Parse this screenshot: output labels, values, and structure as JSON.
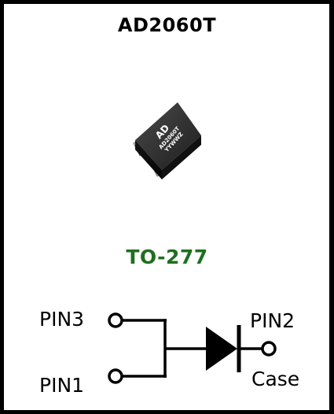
{
  "header": {
    "part_number": "AD2060T"
  },
  "package": {
    "name": "TO-277",
    "chip_marking": {
      "logo": "AD",
      "part": "AD2060T",
      "date_code": "YYWWZ"
    }
  },
  "pins": {
    "pin3": "PIN3",
    "pin1": "PIN1",
    "pin2": "PIN2",
    "case": "Case"
  },
  "colors": {
    "border": "#000000",
    "package_label": "#1f6f1f",
    "chip_body": "#2b2b2b"
  }
}
